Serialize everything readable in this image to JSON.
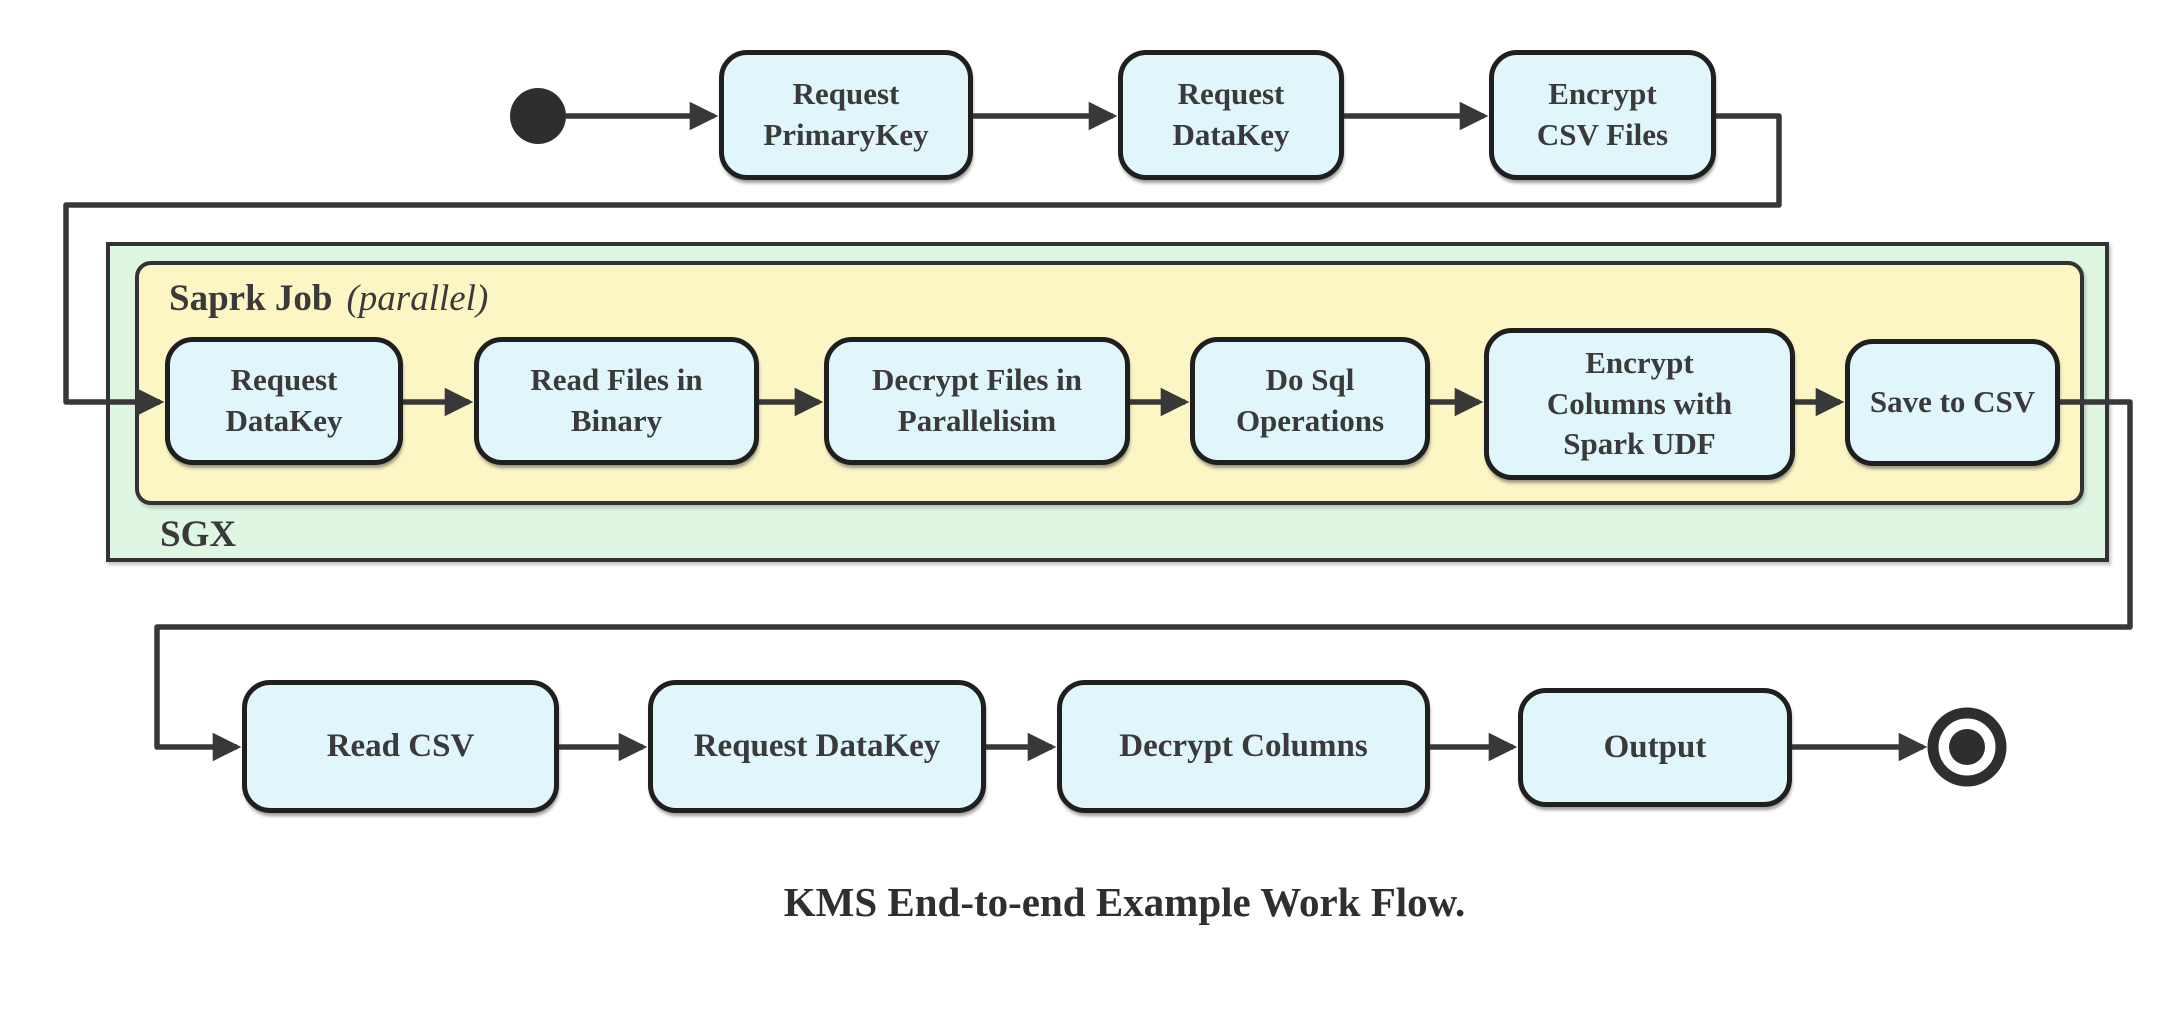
{
  "caption": "KMS End-to-end Example Work Flow.",
  "colors": {
    "node_fill": "#e1f6fb",
    "node_border": "#1f1f1f",
    "sgx_group_fill": "#dff6e2",
    "spark_group_fill": "#fcf6c5",
    "group_border": "#333333",
    "connector": "#383838",
    "terminal": "#2e2e2e",
    "text": "#3a3a3a"
  },
  "flow": {
    "top_row": [
      {
        "lines": [
          "Request",
          "PrimaryKey"
        ]
      },
      {
        "lines": [
          "Request",
          "DataKey"
        ]
      },
      {
        "lines": [
          "Encrypt",
          "CSV Files"
        ]
      }
    ],
    "sgx": {
      "label": "SGX",
      "spark": {
        "title_bold": "Saprk Job",
        "title_italic": "(parallel)",
        "nodes": [
          {
            "lines": [
              "Request",
              "DataKey"
            ]
          },
          {
            "lines": [
              "Read Files in",
              "Binary"
            ]
          },
          {
            "lines": [
              "Decrypt Files in",
              "Parallelisim"
            ]
          },
          {
            "lines": [
              "Do Sql",
              "Operations"
            ]
          },
          {
            "lines": [
              "Encrypt",
              "Columns with",
              "Spark UDF"
            ]
          },
          {
            "lines": [
              "Save to CSV"
            ]
          }
        ]
      }
    },
    "bottom_row": [
      {
        "lines": [
          "Read CSV"
        ]
      },
      {
        "lines": [
          "Request DataKey"
        ]
      },
      {
        "lines": [
          "Decrypt Columns"
        ]
      },
      {
        "lines": [
          "Output"
        ]
      }
    ]
  }
}
